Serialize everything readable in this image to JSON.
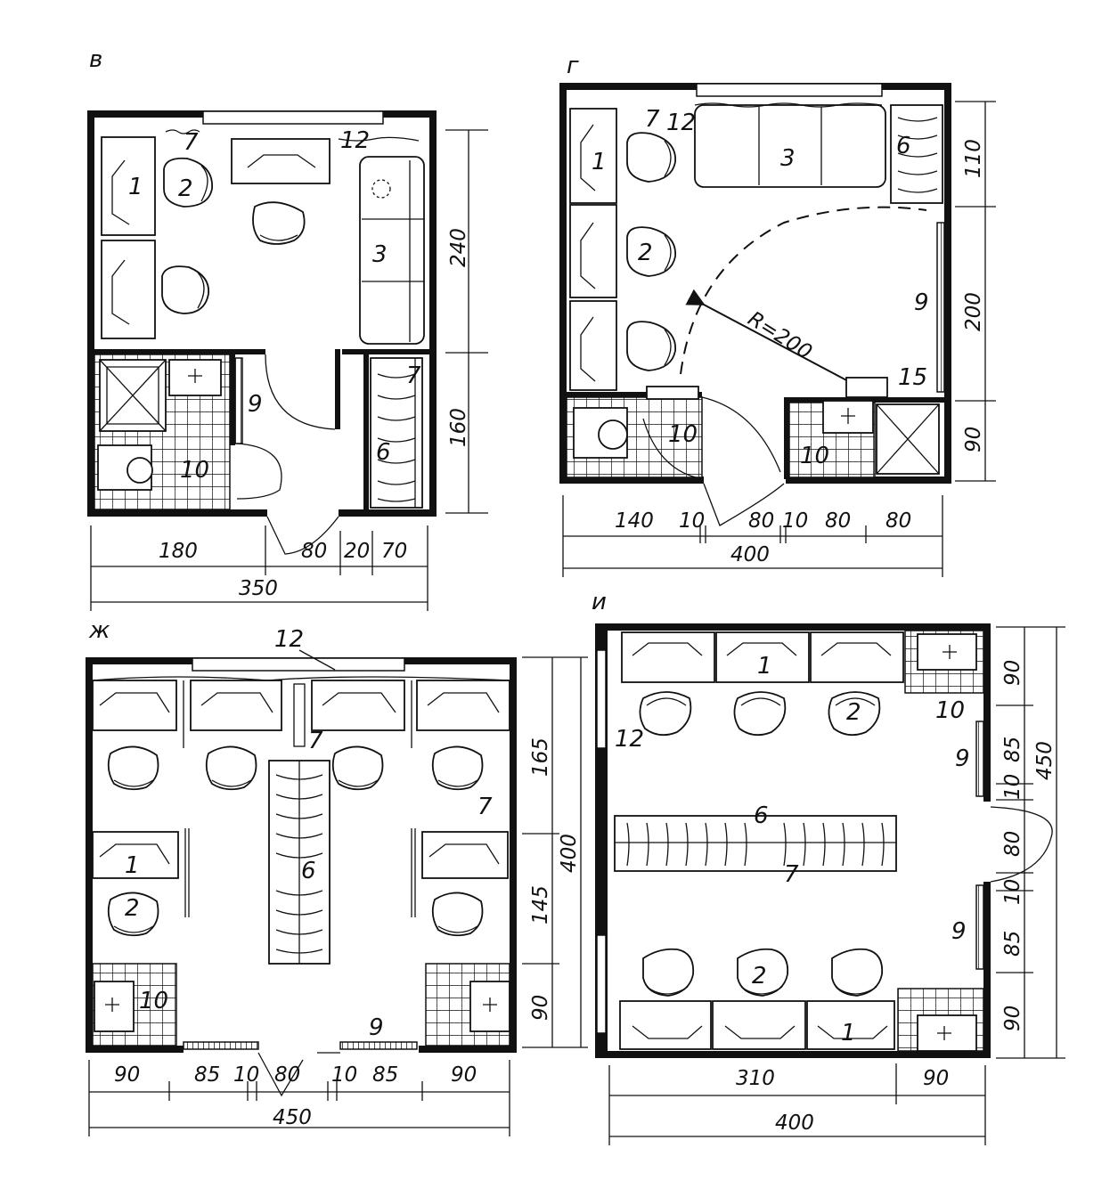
{
  "plans": {
    "v": {
      "letter": "в",
      "dims_bottom": [
        "180",
        "80",
        "20",
        "70"
      ],
      "dim_total": "350",
      "dims_right": [
        "240",
        "160"
      ],
      "items": {
        "1": "1",
        "2": "2",
        "3": "3",
        "6": "6",
        "7a": "7",
        "7b": "7",
        "9": "9",
        "10": "10",
        "12": "12"
      }
    },
    "g": {
      "letter": "г",
      "dims_bottom": [
        "140",
        "10",
        "80",
        "10",
        "80",
        "80"
      ],
      "dim_total": "400",
      "dims_right": [
        "110",
        "200",
        "90"
      ],
      "radius": "R=200",
      "items": {
        "1": "1",
        "2": "2",
        "3": "3",
        "6": "6",
        "7": "7",
        "9": "9",
        "10a": "10",
        "10b": "10",
        "12": "12",
        "15": "15"
      }
    },
    "zh": {
      "letter": "ж",
      "dims_bottom": [
        "90",
        "85",
        "10",
        "80",
        "10",
        "85",
        "90"
      ],
      "dim_total": "450",
      "dims_right": [
        "165",
        "145",
        "90"
      ],
      "dim_right_total": "400",
      "items": {
        "1": "1",
        "2": "2",
        "6": "6",
        "7a": "7",
        "7b": "7",
        "9": "9",
        "10": "10",
        "12": "12"
      }
    },
    "i": {
      "letter": "и",
      "dims_bottom": [
        "310",
        "90"
      ],
      "dim_total": "400",
      "dims_right": [
        "90",
        "85",
        "10",
        "80",
        "10",
        "85",
        "90"
      ],
      "dim_right_total": "450",
      "items": {
        "1a": "1",
        "1b": "1",
        "2a": "2",
        "2b": "2",
        "6": "6",
        "7": "7",
        "9a": "9",
        "9b": "9",
        "10": "10",
        "12": "12"
      }
    }
  }
}
